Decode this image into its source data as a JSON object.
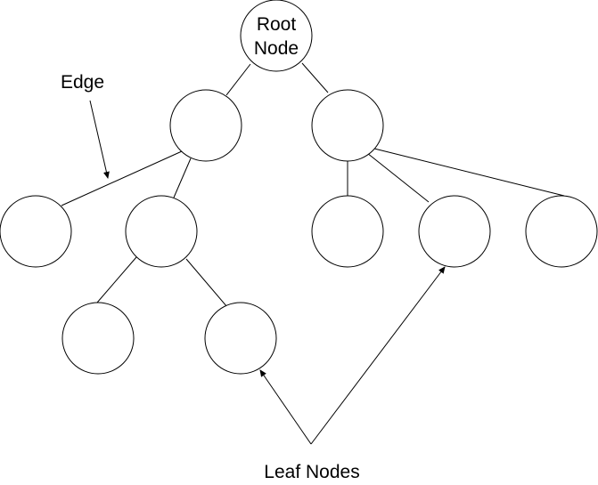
{
  "diagram": {
    "root_label_line1": "Root",
    "root_label_line2": "Node",
    "edge_label": "Edge",
    "leaf_label": "Leaf Nodes"
  }
}
